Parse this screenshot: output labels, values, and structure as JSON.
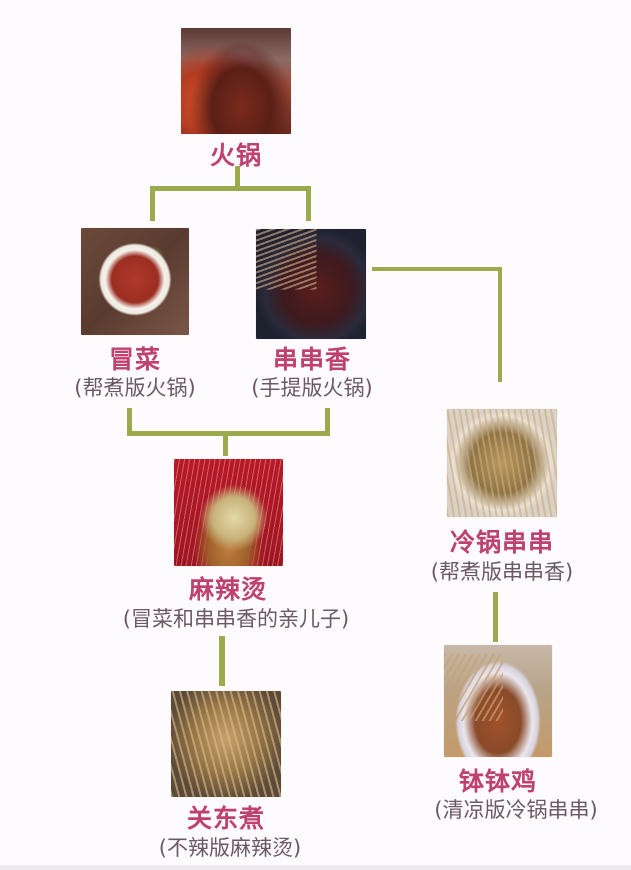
{
  "diagram": {
    "type": "family-tree",
    "line_color": "#9aaa4c",
    "title_color": "#c0416e",
    "subtitle_color": "#6b5a63",
    "nodes": {
      "hotpot": {
        "title": "火锅",
        "subtitle": "",
        "image": "hotpot-photo"
      },
      "maocai": {
        "title": "冒菜",
        "subtitle": "(帮煮版火锅)",
        "image": "maocai-bowl-photo"
      },
      "chuanchuanxiang": {
        "title": "串串香",
        "subtitle": "(手提版火锅)",
        "image": "skewers-pot-photo"
      },
      "malatang": {
        "title": "麻辣烫",
        "subtitle": "(冒菜和串串香的亲儿子)",
        "image": "malatang-bowl-photo"
      },
      "guandongzhu": {
        "title": "关东煮",
        "subtitle": "(不辣版麻辣烫)",
        "image": "oden-tray-photo"
      },
      "lengguo": {
        "title": "冷锅串串",
        "subtitle": "(帮煮版串串香)",
        "image": "cold-pot-skewers-photo"
      },
      "bobo": {
        "title": "钵钵鸡",
        "subtitle": "(清凉版冷锅串串)",
        "image": "bobo-chicken-photo"
      }
    },
    "edges": [
      [
        "火锅",
        "冒菜"
      ],
      [
        "火锅",
        "串串香"
      ],
      [
        "串串香",
        "冷锅串串"
      ],
      [
        "冒菜",
        "麻辣烫"
      ],
      [
        "串串香",
        "麻辣烫"
      ],
      [
        "麻辣烫",
        "关东煮"
      ],
      [
        "冷锅串串",
        "钵钵鸡"
      ]
    ]
  }
}
